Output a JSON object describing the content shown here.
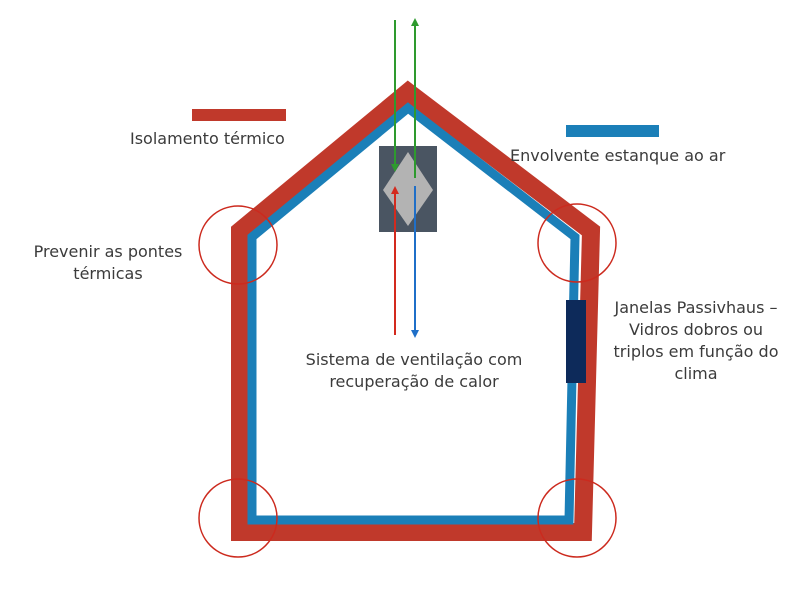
{
  "legend": {
    "insulation": {
      "label": "Isolamento térmico",
      "color": "#c0392b"
    },
    "airtight": {
      "label": "Envolvente estanque ao ar",
      "color": "#1b7fb8"
    }
  },
  "labels": {
    "thermal_bridges": [
      "Prevenir as pontes",
      "térmicas"
    ],
    "ventilation": [
      "Sistema de ventilação com",
      "recuperação de calor"
    ],
    "windows": [
      "Janelas Passivhaus –",
      "Vidros dobros ou",
      "triplos em função do",
      "clima"
    ]
  },
  "colors": {
    "insulation": "#c0392b",
    "airtight": "#1b7fb8",
    "circle": "#cc2a1e",
    "ventilation_unit": "#4a5562",
    "heat_exchanger": "#b3b3b3",
    "window": "#0d2a5a",
    "arrow_green": "#2e9a2e",
    "arrow_red": "#d32a1e",
    "arrow_blue": "#1f6fc8"
  }
}
